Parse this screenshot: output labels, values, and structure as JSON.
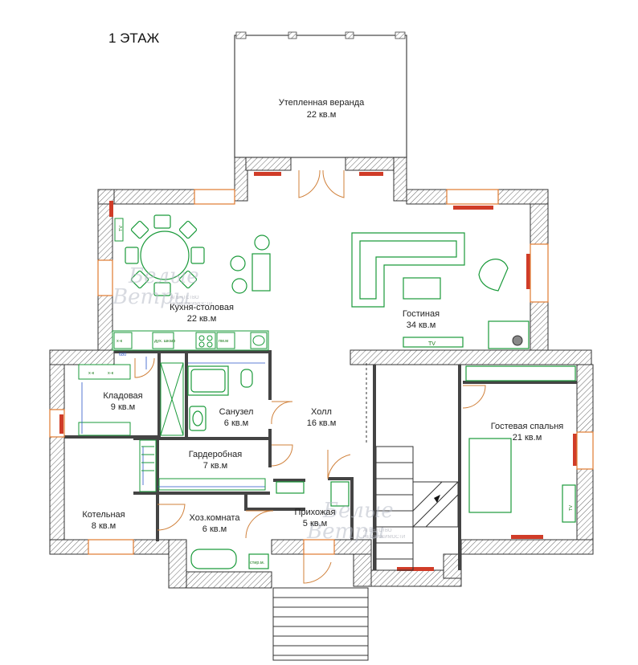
{
  "floor_title": "1 ЭТАЖ",
  "rooms": [
    {
      "id": "veranda",
      "name": "Утепленная веранда",
      "area": "22 кв.м"
    },
    {
      "id": "kitchen",
      "name": "Кухня-столовая",
      "area": "22 кв.м"
    },
    {
      "id": "living",
      "name": "Гостиная",
      "area": "34 кв.м"
    },
    {
      "id": "pantry",
      "name": "Кладовая",
      "area": "9 кв.м"
    },
    {
      "id": "bathroom",
      "name": "Санузел",
      "area": "6 кв.м"
    },
    {
      "id": "hall",
      "name": "Холл",
      "area": "16 кв.м"
    },
    {
      "id": "guest",
      "name": "Гостевая спальня",
      "area": "21 кв.м"
    },
    {
      "id": "wardrobe",
      "name": "Гардеробная",
      "area": "7 кв.м"
    },
    {
      "id": "boiler",
      "name": "Котельная",
      "area": "8 кв.м"
    },
    {
      "id": "utility",
      "name": "Хоз.комната",
      "area": "6 кв.м"
    },
    {
      "id": "entry",
      "name": "Прихожая",
      "area": "5 кв.м"
    }
  ],
  "fixtures": {
    "tv_kitchen": "TV",
    "tv_living": "TV",
    "tv_guest": "TV",
    "fridge_1": "х-к",
    "fridge_2": "х-к",
    "fridge_3": "х-к",
    "oven": "дух. шкаф",
    "dishwasher": "пм.м",
    "dim_680": "680",
    "washer": "стир.м."
  },
  "watermark": {
    "logo_line1": "Белые",
    "logo_line2": "Ветры",
    "tagline_1": "АГЕНТСТВО",
    "tagline_2": "НЕДВИЖИМОСТИ"
  },
  "colors": {
    "wall": "#333333",
    "furniture": "#1a9a3a",
    "window_red": "#d03c28",
    "window_orange": "#e07a30",
    "plumbing": "#2a55c8"
  }
}
